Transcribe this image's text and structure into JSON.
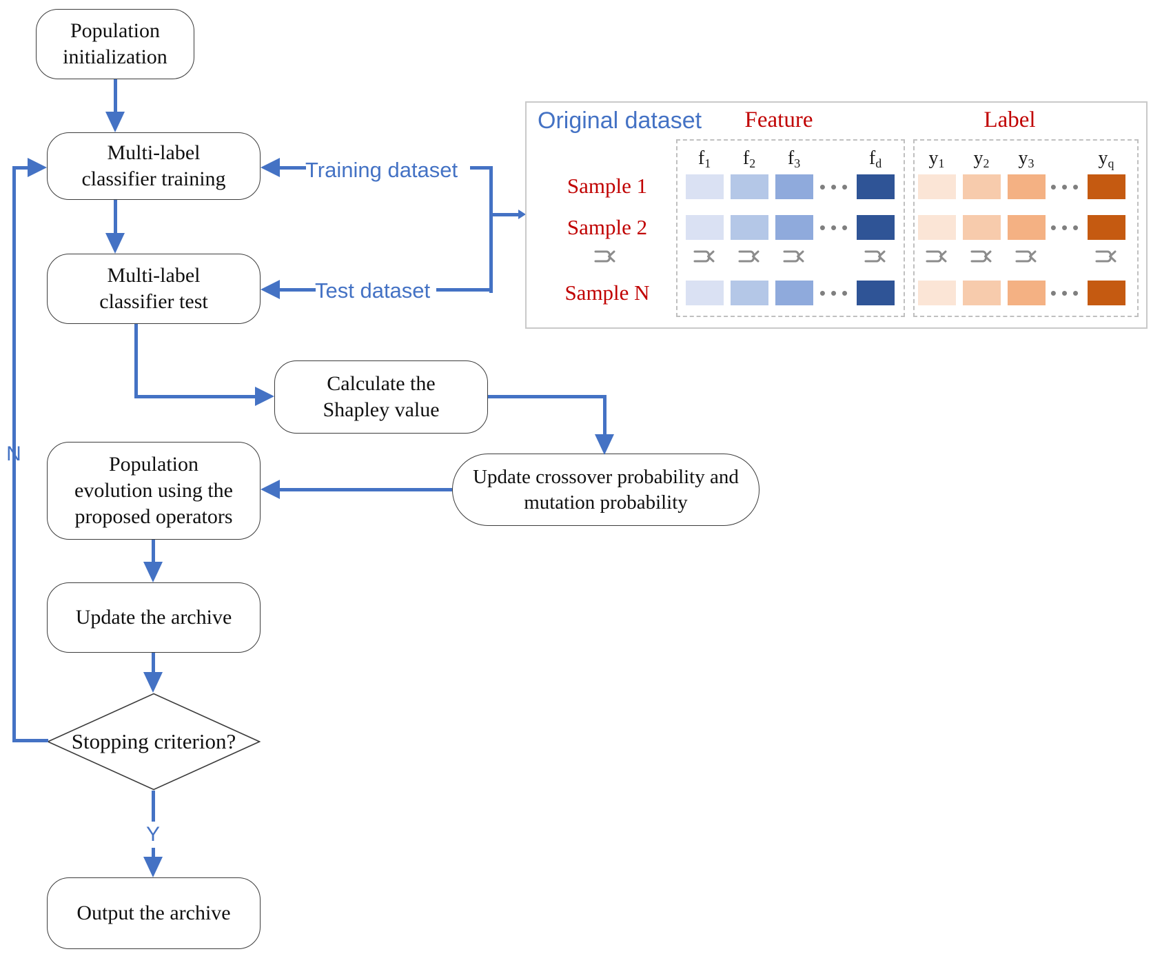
{
  "colors": {
    "accent_blue": "#4472c4",
    "label_red": "#c00000",
    "box_border": "#3b3b3b",
    "panel_border": "#c9c9c9",
    "dash_border": "#bfbfbf",
    "dots_gray": "#7f7f7f",
    "vdots_gray": "#8c8c8c",
    "feature_cells": [
      "#dae1f3",
      "#b4c7e7",
      "#8faadc",
      "#2f5496"
    ],
    "label_cells": [
      "#fbe5d6",
      "#f7cbac",
      "#f4b183",
      "#c55a11"
    ]
  },
  "flowchart": {
    "nodes": {
      "init": {
        "lines": [
          "Population",
          "initialization"
        ]
      },
      "train": {
        "lines": [
          "Multi-label",
          "classifier training"
        ]
      },
      "test": {
        "lines": [
          "Multi-label",
          "classifier test"
        ]
      },
      "shapley": {
        "lines": [
          "Calculate the",
          "Shapley value"
        ]
      },
      "uprob": {
        "lines": [
          "Update crossover probability and",
          "mutation probability"
        ]
      },
      "evolve": {
        "lines": [
          "Population",
          "evolution using the",
          "proposed operators"
        ]
      },
      "archive": {
        "lines": [
          "Update the archive"
        ]
      },
      "stop": {
        "lines": [
          "Stopping criterion?"
        ]
      },
      "output": {
        "lines": [
          "Output the archive"
        ]
      }
    },
    "edge_labels": {
      "training": "Training dataset",
      "test": "Test dataset",
      "no": "N",
      "yes": "Y"
    }
  },
  "dataset_panel": {
    "title": "Original dataset",
    "feature": {
      "title": "Feature",
      "headers": [
        {
          "base": "f",
          "sub": "1"
        },
        {
          "base": "f",
          "sub": "2"
        },
        {
          "base": "f",
          "sub": "3"
        },
        {
          "base": "f",
          "sub": "d"
        }
      ]
    },
    "label": {
      "title": "Label",
      "headers": [
        {
          "base": "y",
          "sub": "1"
        },
        {
          "base": "y",
          "sub": "2"
        },
        {
          "base": "y",
          "sub": "3"
        },
        {
          "base": "y",
          "sub": "q"
        }
      ]
    },
    "samples": [
      "Sample 1",
      "Sample 2",
      "Sample N"
    ],
    "dots": "•••"
  }
}
